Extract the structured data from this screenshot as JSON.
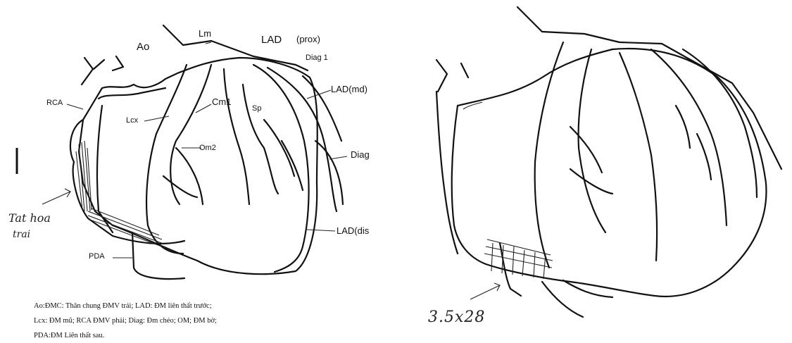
{
  "left_diagram": {
    "labels": {
      "ao": "Ao",
      "lm": "Lm",
      "lad": "LAD",
      "prox": "(prox)",
      "diag1": "Diag 1",
      "lad_md": "LAD(md)",
      "rca": "RCA",
      "cm1": "Cm1",
      "sp": "Sp",
      "lcx": "Lcx",
      "om2": "Om2",
      "diag": "Diag",
      "lad_dis": "LAD(dis",
      "pda": "PDA"
    },
    "handwritten": {
      "line1": "Tat hoa",
      "line2": "trai"
    },
    "legend": [
      "Ao:ĐMC: Thân chung ĐMV trái; LAD: ĐM liên thất trước;",
      "Lcx: ĐM mũ; RCA ĐMV phải; Diag: Đm chéo; OM; ĐM bờ;",
      "PDA:ĐM Liên thất sau."
    ]
  },
  "right_diagram": {
    "handwritten_size": "3.5x28"
  }
}
